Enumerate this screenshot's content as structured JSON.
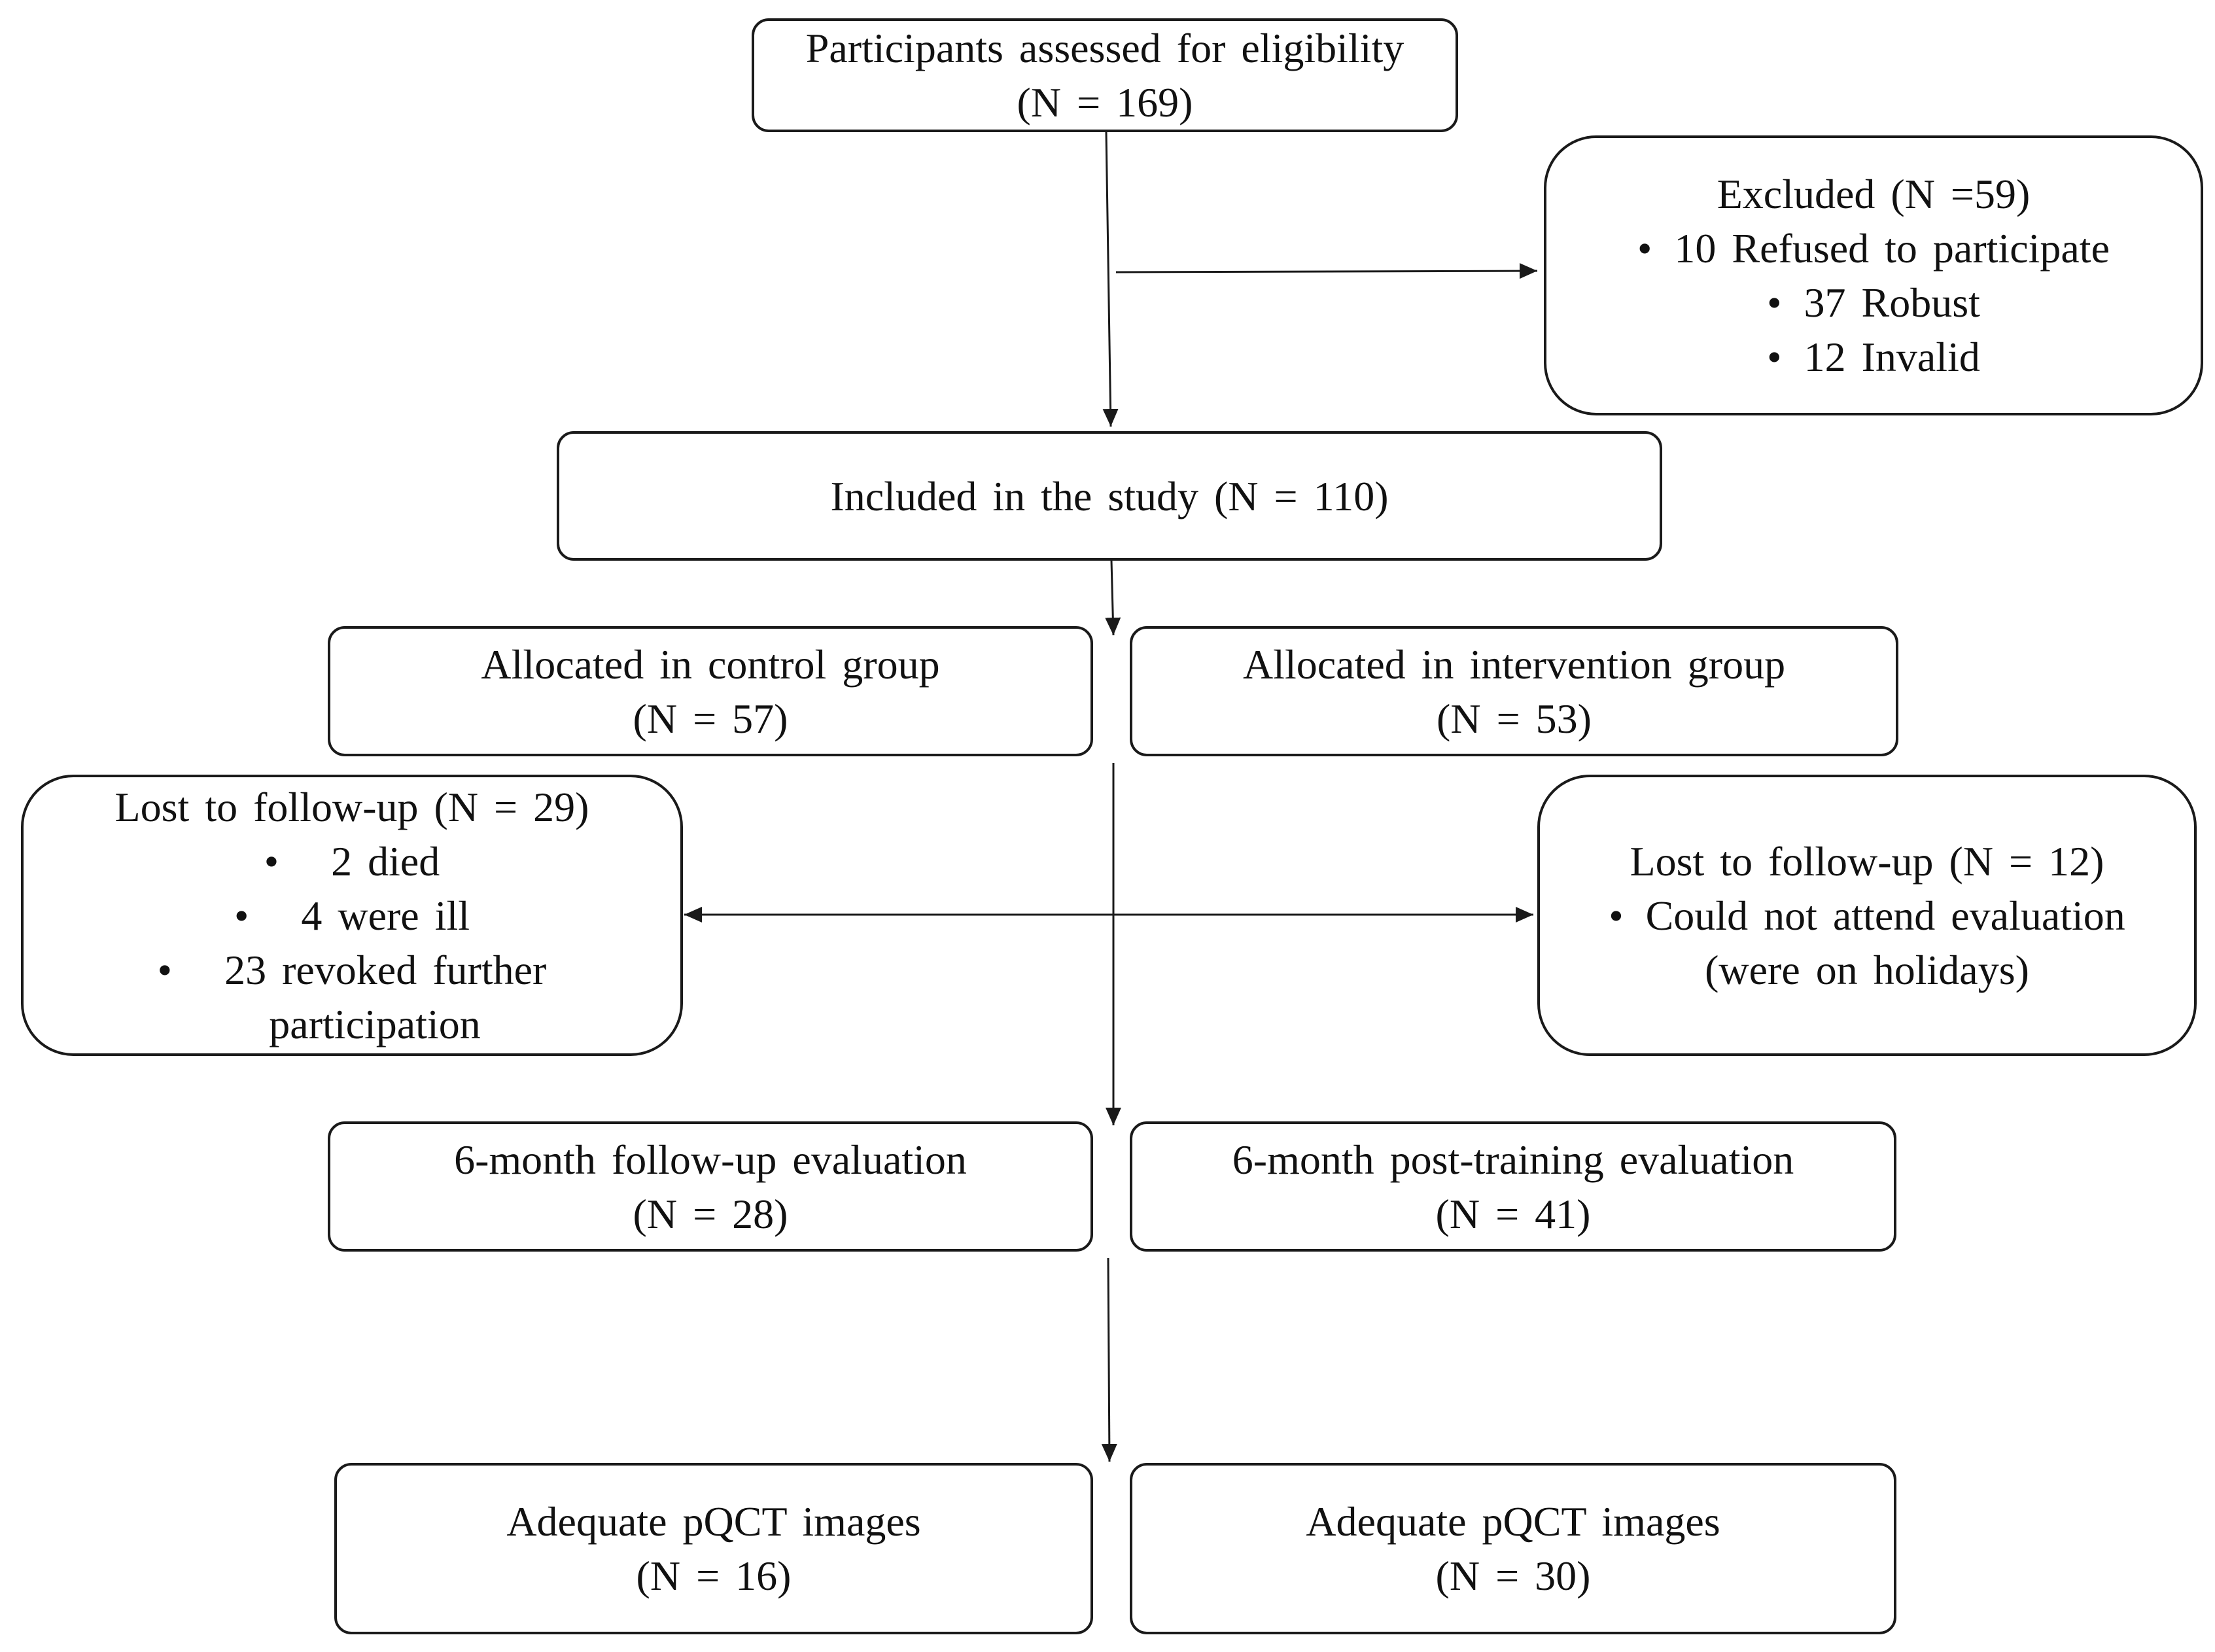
{
  "assessed": {
    "title": "Participants assessed for eligibility",
    "count": "(N = 169)"
  },
  "excluded": {
    "title": "Excluded (N =59)",
    "items": [
      "10 Refused to participate",
      "37 Robust",
      "12 Invalid"
    ]
  },
  "included": {
    "title": "Included in the study (N = 110)"
  },
  "control": {
    "allocated_title": "Allocated in control group",
    "allocated_count": "(N = 57)",
    "lost_title": "Lost to follow-up (N = 29)",
    "lost_items": [
      "2 died",
      "4 were ill",
      "23 revoked further"
    ],
    "lost_continuation": "participation",
    "followup_title": "6-month follow-up evaluation",
    "followup_count": "(N = 28)",
    "images_title": "Adequate pQCT images",
    "images_count": "(N = 16)"
  },
  "intervention": {
    "allocated_title": "Allocated in intervention group",
    "allocated_count": "(N = 53)",
    "lost_title": "Lost to follow-up (N = 12)",
    "lost_items": [
      "Could not attend evaluation"
    ],
    "lost_continuation": "(were on holidays)",
    "followup_title": "6-month post-training evaluation",
    "followup_count": "(N = 41)",
    "images_title": "Adequate pQCT images",
    "images_count": "(N = 30)"
  },
  "bullet_glyph": "•",
  "colors": {
    "line": "#1a1a1a",
    "background": "#ffffff",
    "text": "#111111"
  }
}
